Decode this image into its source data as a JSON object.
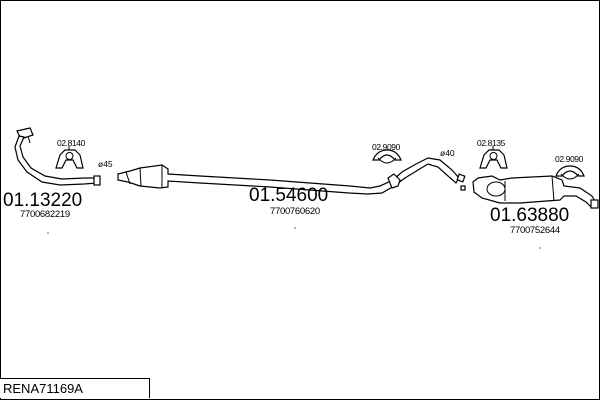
{
  "reference": "RENA71169A",
  "parts": [
    {
      "number": "01.13220",
      "oe": "7700682219"
    },
    {
      "number": "01.54600",
      "oe": "7700760620"
    },
    {
      "number": "01.63880",
      "oe": "7700752644"
    }
  ],
  "accessories": [
    "02.8140",
    "02.9090",
    "02.8135",
    "02.9090"
  ],
  "diameters": [
    "ø45",
    "ø40"
  ],
  "colors": {
    "line": "#000000",
    "background": "#ffffff"
  }
}
